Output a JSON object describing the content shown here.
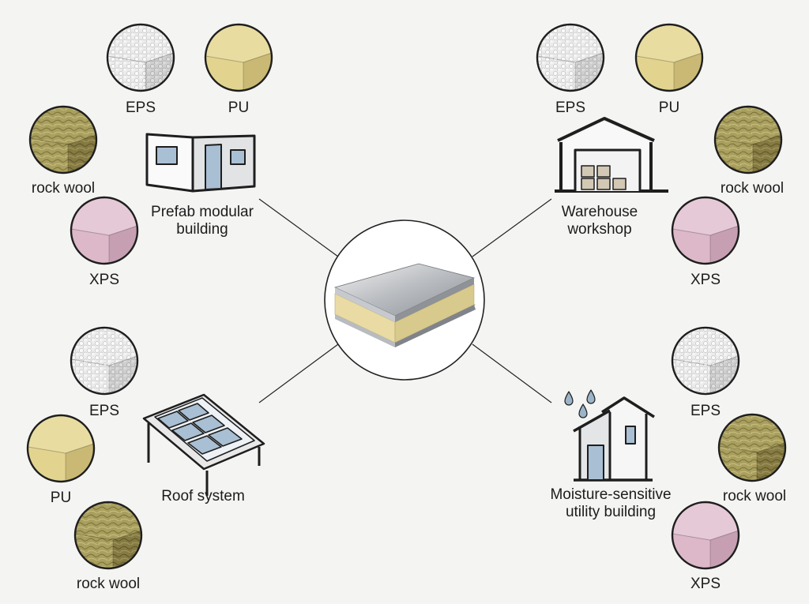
{
  "center": {
    "icon": "sandwich-panel-icon"
  },
  "scenarios": {
    "prefab": {
      "title": "Prefab modular building",
      "line1": "Prefab modular",
      "line2": "building",
      "icon": "prefab-building-icon",
      "materials": [
        "EPS",
        "PU",
        "rock wool",
        "XPS"
      ]
    },
    "warehouse": {
      "title": "Warehouse workshop",
      "line1": "Warehouse",
      "line2": "workshop",
      "icon": "warehouse-icon",
      "materials": [
        "EPS",
        "PU",
        "rock wool",
        "XPS"
      ]
    },
    "roof": {
      "title": "Roof system",
      "icon": "solar-roof-icon",
      "materials": [
        "EPS",
        "PU",
        "rock wool"
      ]
    },
    "moisture": {
      "title": "Moisture-sensitive utility building",
      "line1": "Moisture-sensitive",
      "line2": "utility building",
      "icon": "moisture-building-icon",
      "materials": [
        "EPS",
        "rock wool",
        "XPS"
      ]
    }
  },
  "colors": {
    "background": "#f4f4f2",
    "eps": "#e9e9e9",
    "pu": "#e8dca0",
    "rock_wool": "#a99f5e",
    "xps": "#e6c9d7",
    "window": "#a9bfd3"
  }
}
